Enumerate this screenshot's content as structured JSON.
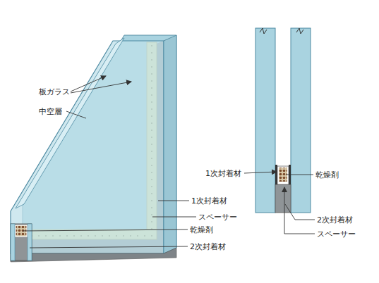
{
  "diagram": {
    "labels": [
      "板ガラス",
      "中空層",
      "1次封着材",
      "スペーサー",
      "乾燥剤",
      "2次封着材",
      "1次封着材",
      "乾燥剤",
      "2次封着材",
      "スペーサー"
    ]
  }
}
